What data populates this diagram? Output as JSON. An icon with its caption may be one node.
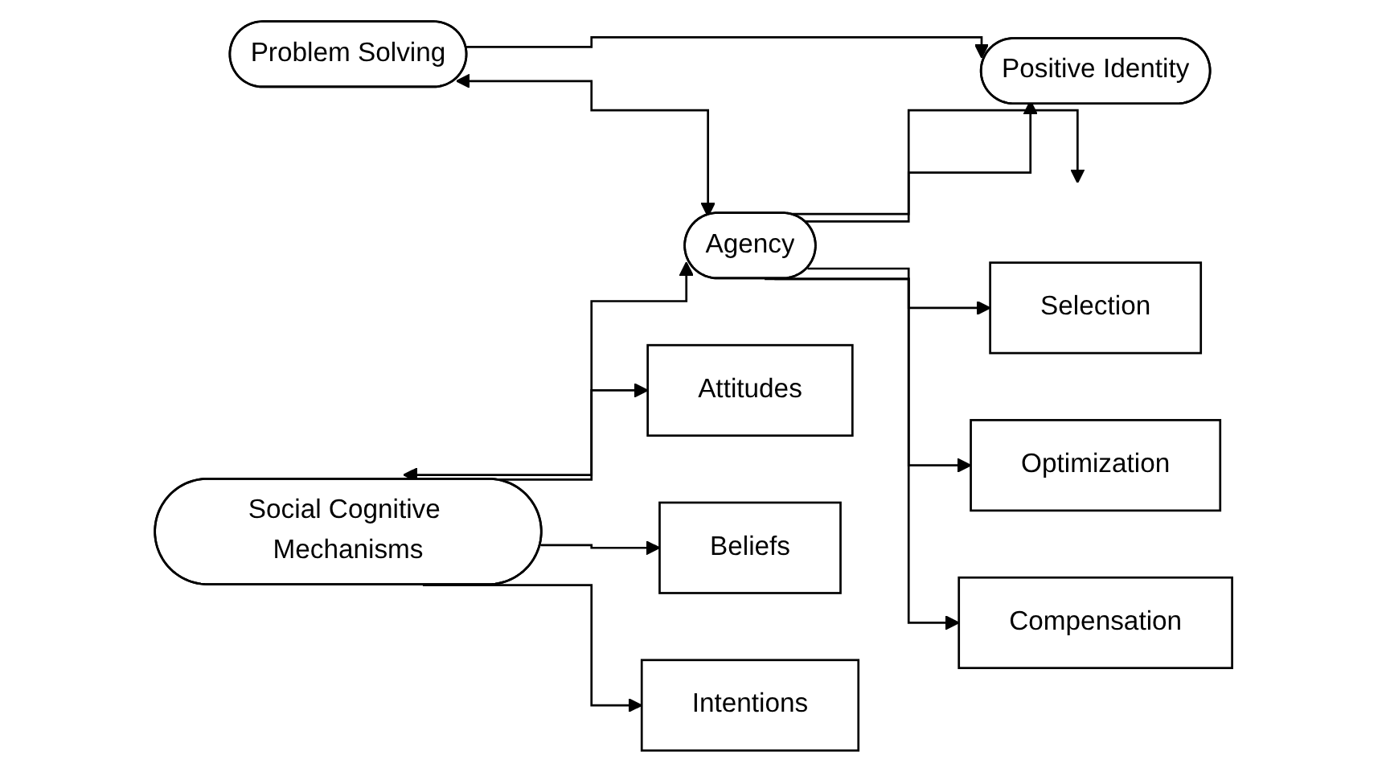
{
  "diagram": {
    "nodes": [
      {
        "text": [
          "Problem Solving"
        ]
      },
      {
        "text": [
          "Positive Identity"
        ]
      },
      {
        "text": [
          "Agency"
        ]
      },
      {
        "text": [
          "Social Cognitive Mechanisms"
        ]
      },
      {
        "text": [
          "Selection"
        ]
      },
      {
        "text": [
          "Optimization"
        ]
      },
      {
        "text": [
          "Compensation"
        ]
      },
      {
        "text": [
          "Attitudes"
        ]
      },
      {
        "text": [
          "Beliefs"
        ]
      },
      {
        "text": [
          "Intentions"
        ]
      }
    ],
    "edges": [
      {
        "from": 0,
        "to": 1,
        "arrow": "to"
      },
      {
        "from": 2,
        "to": null,
        "arrow": "to"
      },
      {
        "from": 2,
        "to": 1,
        "arrow": "to"
      },
      {
        "from": 0,
        "to": 2,
        "arrow": "both"
      },
      {
        "from": 3,
        "to": 2,
        "arrow": "both"
      },
      {
        "from": 2,
        "to": 4,
        "arrow": "to"
      },
      {
        "from": 2,
        "to": 5,
        "arrow": "to"
      },
      {
        "from": 2,
        "to": 6,
        "arrow": "to"
      },
      {
        "from": 3,
        "to": 7,
        "arrow": "to"
      },
      {
        "from": 3,
        "to": 8,
        "arrow": "to"
      },
      {
        "from": 3,
        "to": 9,
        "arrow": "to"
      }
    ]
  }
}
